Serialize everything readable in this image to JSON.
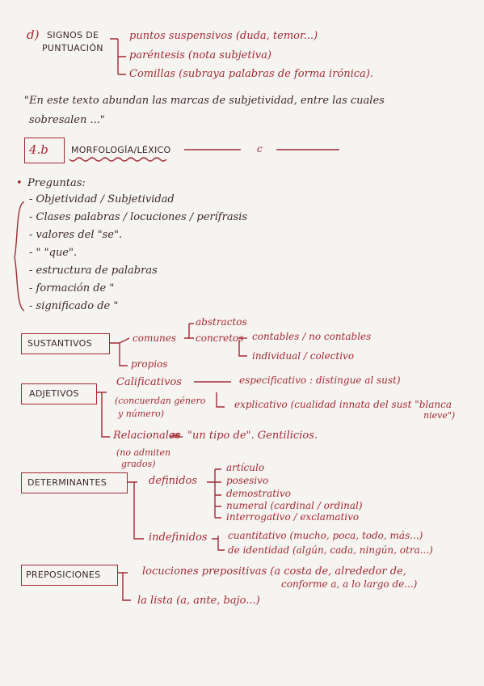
{
  "section_d": {
    "label": "d)",
    "title_line1": "SIGNOS DE",
    "title_line2": "PUNTUACIÓN",
    "items": [
      "puntos suspensivos (duda, temor...)",
      "paréntesis (nota subjetiva)",
      "Comillas (subraya palabras de forma irónica)."
    ]
  },
  "quote": {
    "line1": "\"En este texto abundan las marcas de subjetividad, entre las cuales",
    "line2": "sobresalen ...\""
  },
  "heading_4b": {
    "number": "4.b",
    "title": "MORFOLOGÍA/LÉXICO",
    "dot": "c"
  },
  "preguntas": {
    "title": "Preguntas:",
    "items": [
      "- Objetividad / Subjetividad",
      "- Clases palabras / locuciones / perífrasis",
      "- valores del \"se\".",
      "-     \"        \"que\".",
      "- estructura de palabras",
      "- formación de \"",
      "- significado de \""
    ]
  },
  "sustantivos": {
    "label": "SUSTANTIVOS",
    "comunes": "comunes",
    "abstractos": "abstractos",
    "concretos": "concretos",
    "contables": "contables / no contables",
    "individual": "individual / colectivo",
    "propios": "propios"
  },
  "adjetivos": {
    "label": "ADJETIVOS",
    "calificativos": "Calificativos",
    "calificativos_note_1": "(concuerdan género",
    "calificativos_note_2": "y número)",
    "especificativo": "especificativo : distingue al sust)",
    "explicativo": "explicativo (cualidad innata del sust \"blanca",
    "explicativo_2": "nieve\")",
    "relacionales": "Relacionales",
    "relacionales_rest": "\"un tipo de\". Gentilicios.",
    "relacionales_note_1": "(no admiten",
    "relacionales_note_2": "grados)"
  },
  "determinantes": {
    "label": "DETERMINANTES",
    "definidos": "definidos",
    "definidos_items": [
      "artículo",
      "posesivo",
      "demostrativo",
      "numeral (cardinal / ordinal)",
      "interrogativo / exclamativo"
    ],
    "indefinidos": "indefinidos",
    "indefinidos_items": [
      "cuantitativo (mucho, poca, todo, más...)",
      "de identidad (algún, cada, ningún, otra...)"
    ]
  },
  "preposiciones": {
    "label": "PREPOSICIONES",
    "locuciones": "locuciones prepositivas (a costa de, alrededor de,",
    "locuciones_2": "conforme a, a lo largo de...)",
    "lista": "la lista (a, ante, bajo...)"
  },
  "colors": {
    "ink": "#3a2a2e",
    "accent_red": "#a12a33",
    "paper": "#f6f4f1"
  }
}
